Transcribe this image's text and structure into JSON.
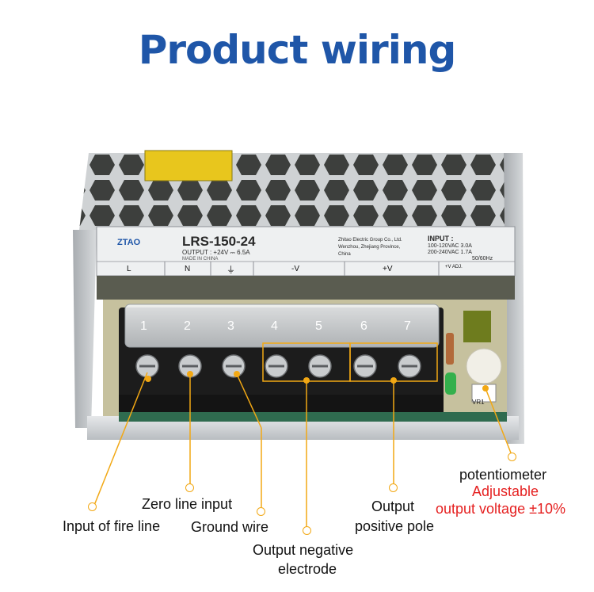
{
  "title": "Product wiring",
  "device": {
    "model": "LRS-150-24",
    "brand": "ZTAO",
    "output_line": "OUTPUT : +24V ⎓ 6.5A",
    "made_in": "MADE IN CHINA",
    "maker_line1": "Zhitao Electric Group Co., Ltd.",
    "maker_line2": "Wenzhou, Zhejiang Province,",
    "maker_line3": "China",
    "input_title": "INPUT :",
    "input_line1": "100-120VAC 3.0A",
    "input_line2": "200-240VAC 1.7A",
    "input_line3": "50/60Hz",
    "terminal_labels": [
      "L",
      "N",
      "⏚",
      "-V",
      "+V",
      "+V ADJ."
    ],
    "terminal_numbers": [
      "1",
      "2",
      "3",
      "4",
      "5",
      "6",
      "7"
    ],
    "pcb_mark": "VR1"
  },
  "annotations": {
    "fire": "Input of fire line",
    "zero": "Zero line input",
    "ground": "Ground wire",
    "neg_1": "Output  negative",
    "neg_2": "electrode",
    "pos_1": "Output",
    "pos_2": "positive pole",
    "pot_1": "potentiometer",
    "pot_2": "Adjustable",
    "pot_3": "output voltage ±10%"
  },
  "colors": {
    "title": "#1f56a8",
    "callout": "#f2a814",
    "highlight": "#e52020"
  }
}
